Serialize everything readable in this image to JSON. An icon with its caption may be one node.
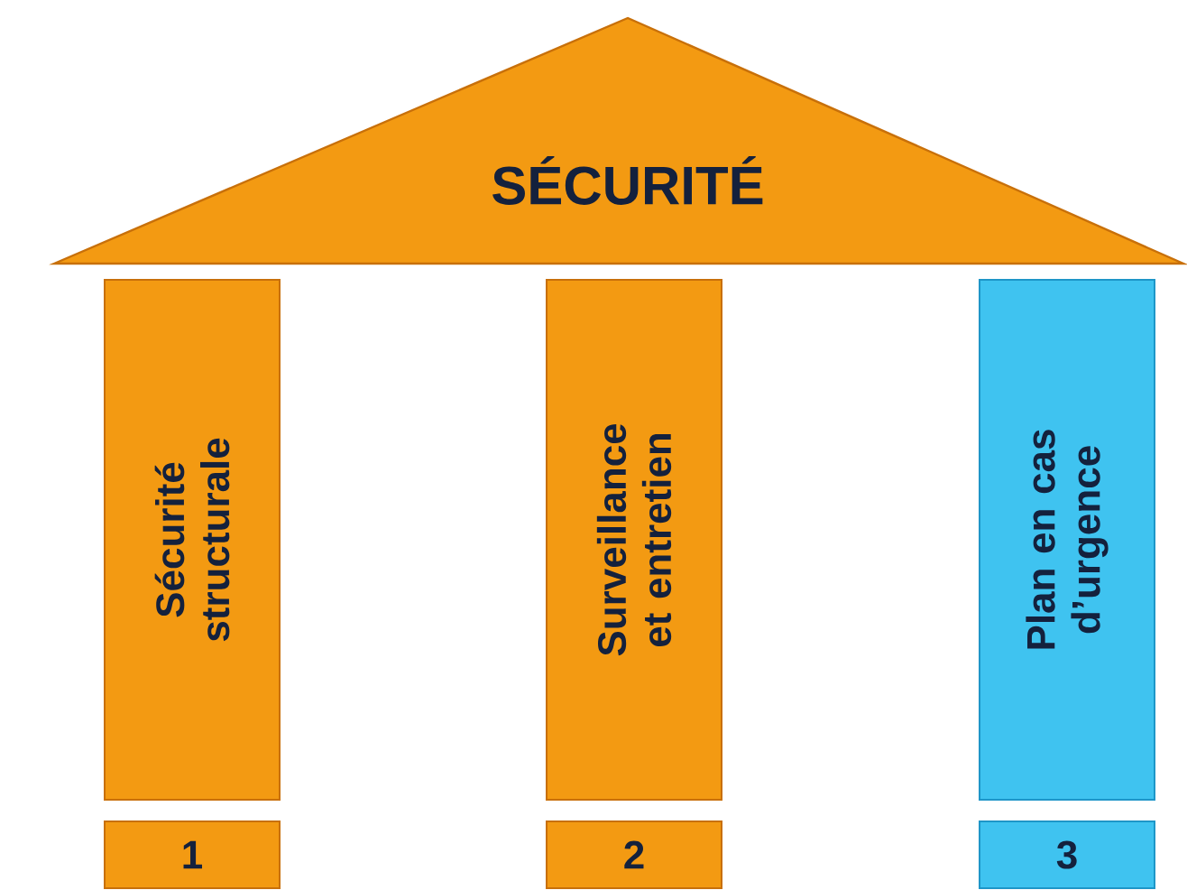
{
  "diagram": {
    "nodes": [
      {
        "text": [
          "SÉCURITÉ"
        ]
      },
      {
        "text": [
          "Sécurité structurale"
        ]
      },
      {
        "text": [
          "Surveillance et entretien"
        ]
      },
      {
        "text": [
          "Plan en cas d’urgence"
        ]
      },
      {
        "text": [
          "1"
        ]
      },
      {
        "text": [
          "2"
        ]
      },
      {
        "text": [
          "3"
        ]
      }
    ]
  }
}
